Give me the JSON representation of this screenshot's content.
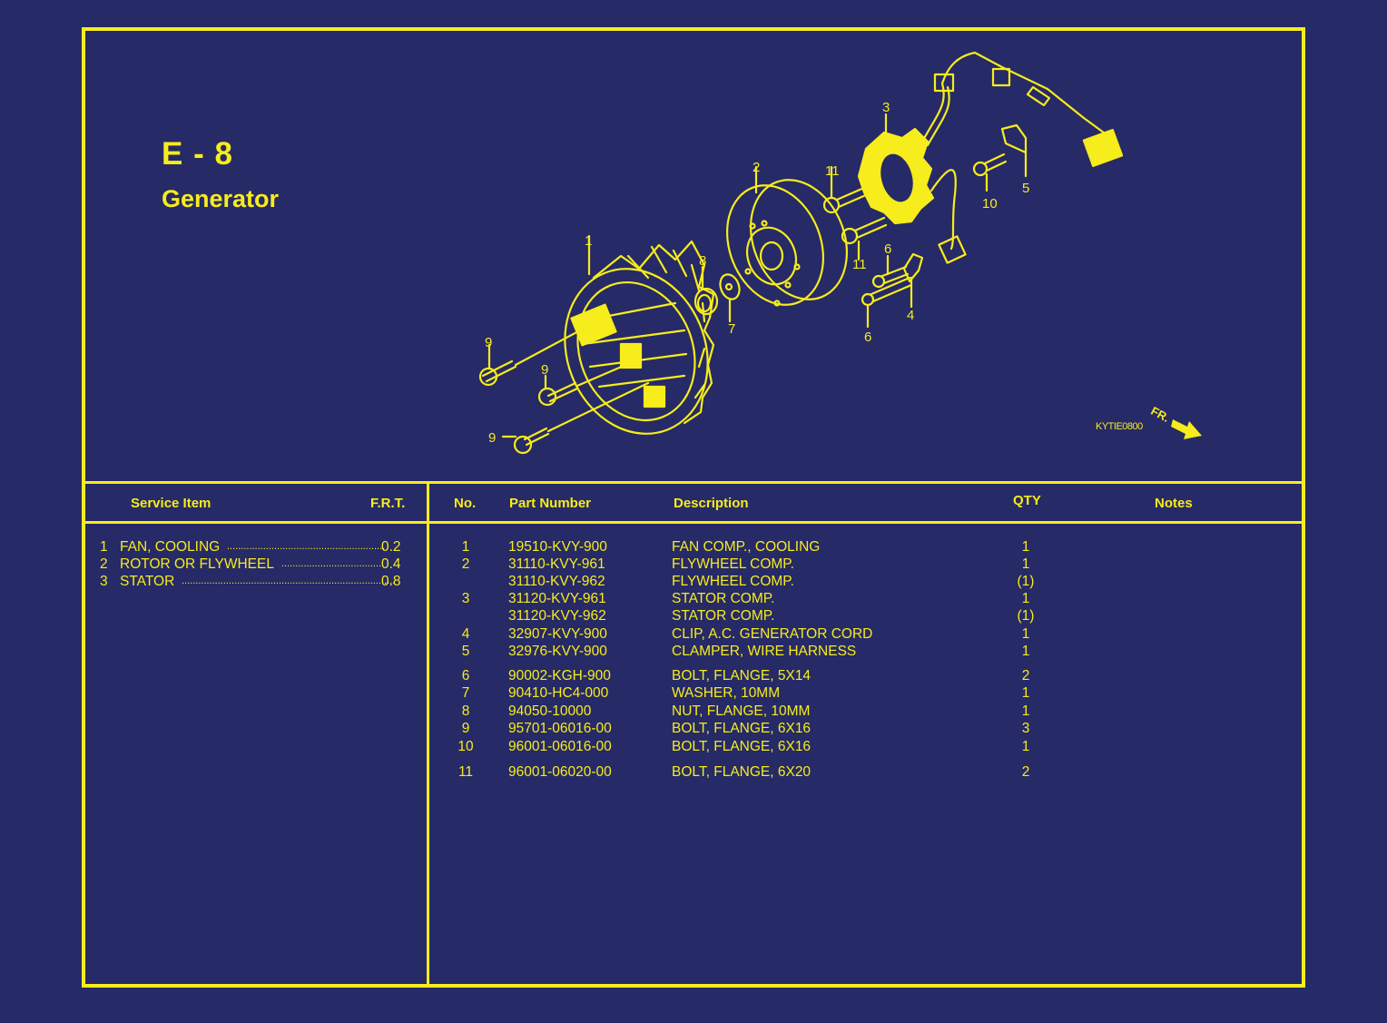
{
  "page": {
    "code": "E - 8",
    "title": "Generator",
    "illustration_code": "KYTIE0800",
    "direction_marker": "FR."
  },
  "colors": {
    "background": "#262a66",
    "accent": "#f7ec1c"
  },
  "callouts": [
    "1",
    "2",
    "3",
    "4",
    "5",
    "6",
    "6",
    "7",
    "8",
    "9",
    "9",
    "9",
    "10",
    "11",
    "11"
  ],
  "service_table": {
    "headers": {
      "item": "Service Item",
      "frt": "F.R.T."
    },
    "rows": [
      {
        "num": "1",
        "label": "FAN, COOLING",
        "frt": "0.2"
      },
      {
        "num": "2",
        "label": "ROTOR OR FLYWHEEL",
        "frt": "0.4"
      },
      {
        "num": "3",
        "label": "STATOR",
        "frt": "0.8"
      }
    ]
  },
  "parts_table": {
    "headers": {
      "no": "No.",
      "part": "Part Number",
      "desc": "Description",
      "qty": "QTY",
      "notes": "Notes"
    },
    "rows": [
      {
        "no": "1",
        "part": "19510-KVY-900",
        "desc": "FAN COMP., COOLING",
        "qty": "1",
        "notes": ""
      },
      {
        "no": "2",
        "part": "31110-KVY-961",
        "desc": "FLYWHEEL COMP.",
        "qty": "1",
        "notes": ""
      },
      {
        "no": "",
        "part": "31110-KVY-962",
        "desc": "FLYWHEEL COMP.",
        "qty": "(1)",
        "notes": ""
      },
      {
        "no": "3",
        "part": "31120-KVY-961",
        "desc": "STATOR COMP.",
        "qty": "1",
        "notes": ""
      },
      {
        "no": "",
        "part": "31120-KVY-962",
        "desc": "STATOR COMP.",
        "qty": "(1)",
        "notes": ""
      },
      {
        "no": "4",
        "part": "32907-KVY-900",
        "desc": "CLIP, A.C. GENERATOR CORD",
        "qty": "1",
        "notes": ""
      },
      {
        "no": "5",
        "part": "32976-KVY-900",
        "desc": "CLAMPER, WIRE HARNESS",
        "qty": "1",
        "notes": ""
      },
      {
        "no": "6",
        "part": "90002-KGH-900",
        "desc": "BOLT, FLANGE, 5X14",
        "qty": "2",
        "notes": ""
      },
      {
        "no": "7",
        "part": "90410-HC4-000",
        "desc": "WASHER, 10MM",
        "qty": "1",
        "notes": ""
      },
      {
        "no": "8",
        "part": "94050-10000",
        "desc": "NUT, FLANGE, 10MM",
        "qty": "1",
        "notes": ""
      },
      {
        "no": "9",
        "part": "95701-06016-00",
        "desc": "BOLT, FLANGE, 6X16",
        "qty": "3",
        "notes": ""
      },
      {
        "no": "10",
        "part": "96001-06016-00",
        "desc": "BOLT, FLANGE, 6X16",
        "qty": "1",
        "notes": ""
      },
      {
        "no": "11",
        "part": "96001-06020-00",
        "desc": "BOLT, FLANGE, 6X20",
        "qty": "2",
        "notes": ""
      }
    ]
  }
}
